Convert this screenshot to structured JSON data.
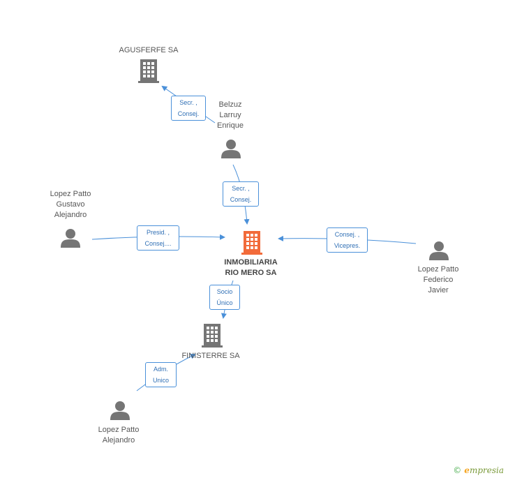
{
  "colors": {
    "edge": "#4a90d9",
    "person": "#757575",
    "company": "#757575",
    "focus_company": "#f26b3a"
  },
  "nodes": {
    "agusferfe": {
      "label": "AGUSFERFE SA",
      "icon": "building-icon"
    },
    "belzuz": {
      "label": "Belzuz\nLarruy\nEnrique",
      "icon": "person-icon"
    },
    "lopez_gustavo": {
      "label": "Lopez Patto\nGustavo\nAlejandro",
      "icon": "person-icon"
    },
    "inmobiliaria": {
      "label": "INMOBILIARIA\nRIO MERO SA",
      "icon": "building-icon"
    },
    "lopez_federico": {
      "label": "Lopez Patto\nFederico\nJavier",
      "icon": "person-icon"
    },
    "finisterre": {
      "label": "FINISTERRE SA",
      "icon": "building-icon"
    },
    "lopez_alejandro": {
      "label": "Lopez Patto\nAlejandro",
      "icon": "person-icon"
    }
  },
  "edges": {
    "belzuz_agusferfe": "Secr. ,\nConsej.",
    "belzuz_inmobiliaria": "Secr. ,\nConsej.",
    "gustavo_inmobiliaria": "Presid. ,\nConsej....",
    "federico_inmobiliaria": "Consej. ,\nVicepres.",
    "inmobiliaria_finisterre": "Socio\nÚnico",
    "alejandro_finisterre": "Adm.\nUnico"
  },
  "footer": {
    "copyright": "©",
    "brand_e": "e",
    "brand_rest": "mpresia"
  }
}
